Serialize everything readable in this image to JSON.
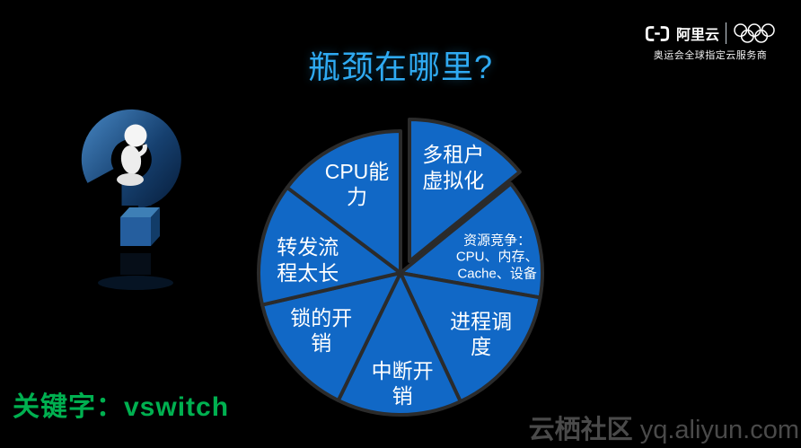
{
  "title": "瓶颈在哪里?",
  "logo": {
    "brand": "阿里云",
    "subtitle": "奥运会全球指定云服务商",
    "icons": [
      "alibaba-cloud-bracket-icon",
      "olympic-rings-icon"
    ]
  },
  "keyword": "关键字：vswitch",
  "watermark": {
    "site": "云栖社区",
    "url": "yq.aliyun.com"
  },
  "colors": {
    "background": "#000000",
    "title_cyan": "#2FAAF2",
    "slice_fill": "#1168C6",
    "slice_stroke": "#2b2b2b",
    "label_text": "#ffffff",
    "keyword_green": "#00B050",
    "watermark_gray": "#4a4a4a",
    "question_mark_blue": "#1c4a7d"
  },
  "chart_data": {
    "type": "pie",
    "title": "瓶颈在哪里?",
    "values_labeled": false,
    "center": [
      446,
      304
    ],
    "radius": 158,
    "slices": [
      {
        "label": "多租户虚拟化",
        "lines": [
          "多租户",
          "虚拟化"
        ],
        "start_deg": 0,
        "end_deg": 51,
        "span_deg": 51,
        "explode": [
          10,
          -13
        ],
        "label_angle": 25,
        "label_r": 0.73,
        "font_px": 23
      },
      {
        "label": "资源竞争：CPU、内存、Cache、设备",
        "lines": [
          "资源竞争：",
          "CPU、内存、",
          "Cache、设备"
        ],
        "start_deg": 51,
        "end_deg": 100,
        "span_deg": 49,
        "label_angle": 81,
        "label_r": 0.69,
        "font_px": 15
      },
      {
        "label": "进程调度",
        "lines": [
          "进程调",
          "度"
        ],
        "start_deg": 100,
        "end_deg": 155,
        "span_deg": 55,
        "label_angle": 127,
        "label_r": 0.71,
        "font_px": 23
      },
      {
        "label": "中断开销",
        "lines": [
          "中断开",
          "销"
        ],
        "start_deg": 155,
        "end_deg": 206,
        "span_deg": 51,
        "label_angle": 179,
        "label_r": 0.78,
        "font_px": 23
      },
      {
        "label": "锁的开销",
        "lines": [
          "锁的开",
          "销"
        ],
        "start_deg": 206,
        "end_deg": 257,
        "span_deg": 51,
        "label_angle": 234,
        "label_r": 0.69,
        "font_px": 23
      },
      {
        "label": "转发流程太长",
        "lines": [
          "转发流",
          "程太长"
        ],
        "start_deg": 257,
        "end_deg": 307,
        "span_deg": 50,
        "label_angle": 278,
        "label_r": 0.66,
        "font_px": 23
      },
      {
        "label": "CPU能力",
        "lines": [
          "CPU能",
          "力"
        ],
        "start_deg": 307,
        "end_deg": 360,
        "span_deg": 53,
        "label_angle": 334,
        "label_r": 0.7,
        "font_px": 23
      }
    ]
  }
}
